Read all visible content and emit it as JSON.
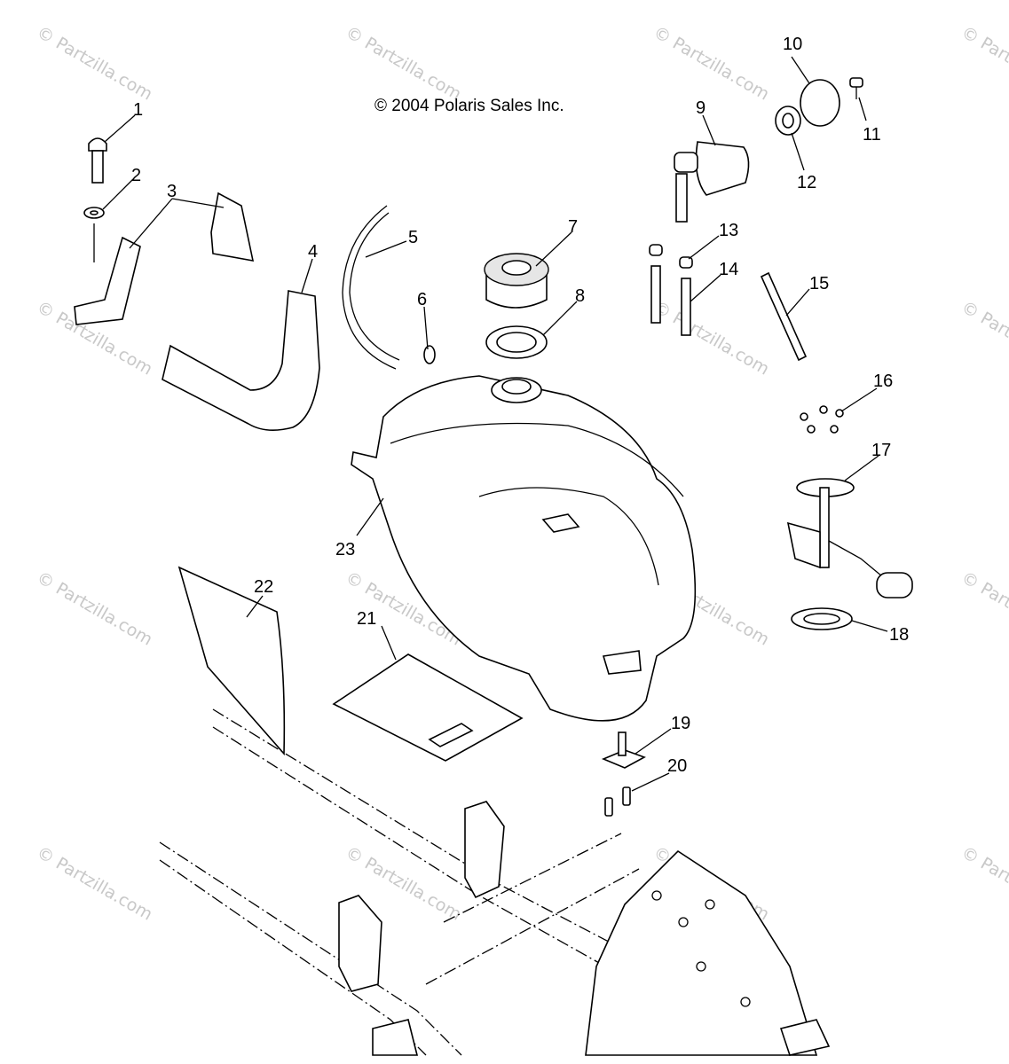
{
  "copyright": "© 2004 Polaris Sales Inc.",
  "watermark_text": "© Partzilla.com",
  "callouts": [
    "1",
    "2",
    "3",
    "4",
    "5",
    "6",
    "7",
    "8",
    "9",
    "10",
    "11",
    "12",
    "13",
    "14",
    "15",
    "16",
    "17",
    "18",
    "19",
    "20",
    "21",
    "22",
    "23"
  ],
  "colors": {
    "ink": "#000000",
    "watermark": "#c8c8c8",
    "background": "#ffffff"
  }
}
